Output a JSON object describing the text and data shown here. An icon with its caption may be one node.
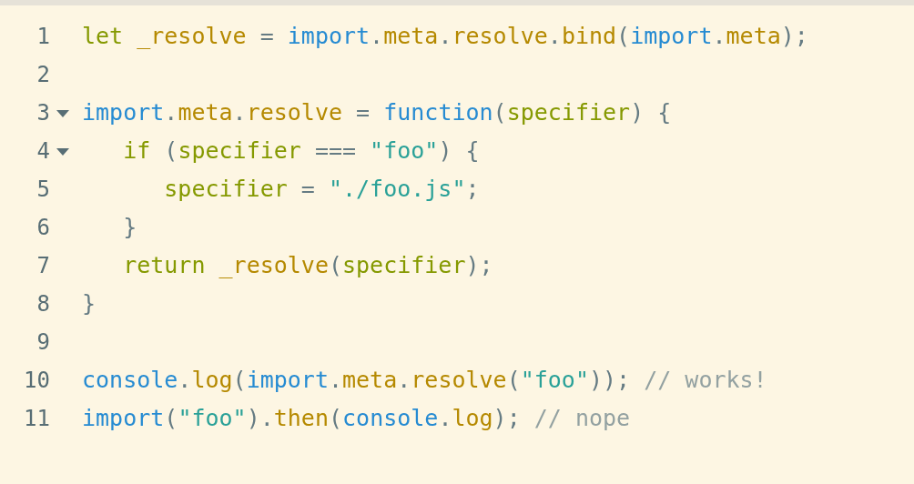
{
  "diagram": {
    "labels": [
      "1",
      "let _resolve = import.meta.resolve.bind(import.meta);",
      "2",
      "3",
      "import.meta.resolve = function(specifier) {",
      "4",
      "   if (specifier === \"foo\") {",
      "5",
      "      specifier = \"./foo.js\";",
      "6",
      "   }",
      "7",
      "   return _resolve(specifier);",
      "8",
      "}",
      "9",
      "10",
      "console.log(import.meta.resolve(\"foo\")); // works!",
      "11",
      "import(\"foo\").then(console.log); // nope"
    ]
  }
}
